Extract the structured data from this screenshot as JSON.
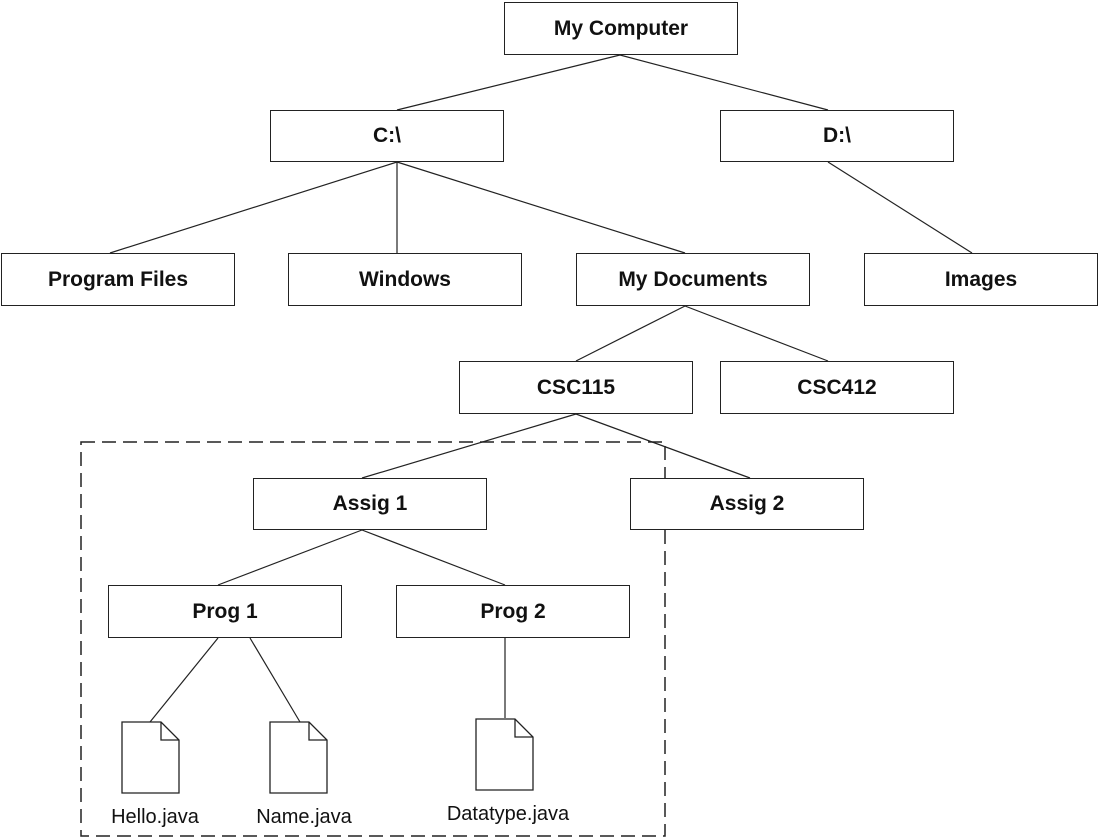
{
  "nodes": {
    "root": "My Computer",
    "c_drive": "C:\\",
    "d_drive": "D:\\",
    "program_files": "Program Files",
    "windows": "Windows",
    "my_documents": "My Documents",
    "images": "Images",
    "csc115": "CSC115",
    "csc412": "CSC412",
    "assig1": "Assig 1",
    "assig2": "Assig 2",
    "prog1": "Prog 1",
    "prog2": "Prog 2"
  },
  "files": {
    "hello": "Hello.java",
    "name": "Name.java",
    "datatype": "Datatype.java"
  }
}
